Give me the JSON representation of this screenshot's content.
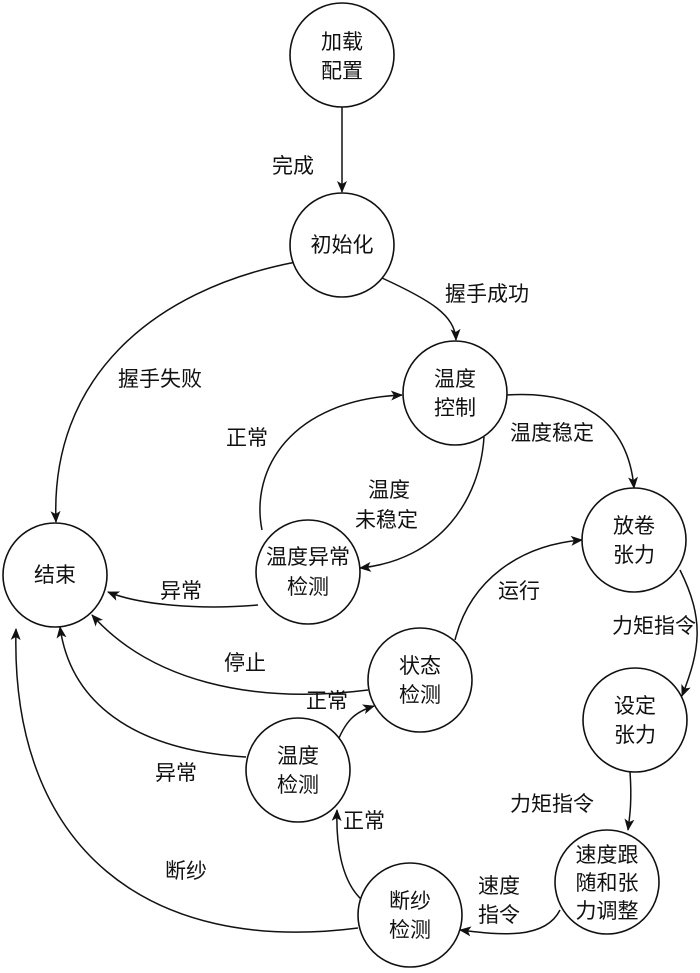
{
  "nodes": {
    "load_config": [
      "加载",
      "配置"
    ],
    "init": [
      "初始化"
    ],
    "temp_control": [
      "温度",
      "控制"
    ],
    "end": [
      "结束"
    ],
    "temp_abnormal_check": [
      "温度异常",
      "检测"
    ],
    "unwind_tension": [
      "放卷",
      "张力"
    ],
    "status_check": [
      "状态",
      "检测"
    ],
    "set_tension": [
      "设定",
      "张力"
    ],
    "temp_check": [
      "温度",
      "检测"
    ],
    "speed_follow": [
      "速度跟",
      "随和张",
      "力调整"
    ],
    "break_check": [
      "断纱",
      "检测"
    ]
  },
  "edges": {
    "complete": "完成",
    "handshake_ok": "握手成功",
    "handshake_fail": "握手失败",
    "normal_1": "正常",
    "temp_stable": "温度稳定",
    "temp_unstable": [
      "温度",
      "未稳定"
    ],
    "abnormal_1": "异常",
    "run": "运行",
    "torque_cmd_1": "力矩指令",
    "stop": "停止",
    "normal_2": "正常",
    "abnormal_2": "异常",
    "torque_cmd_2": "力矩指令",
    "normal_3": "正常",
    "yarn_break": "断纱",
    "speed_cmd": [
      "速度",
      "指令"
    ]
  }
}
